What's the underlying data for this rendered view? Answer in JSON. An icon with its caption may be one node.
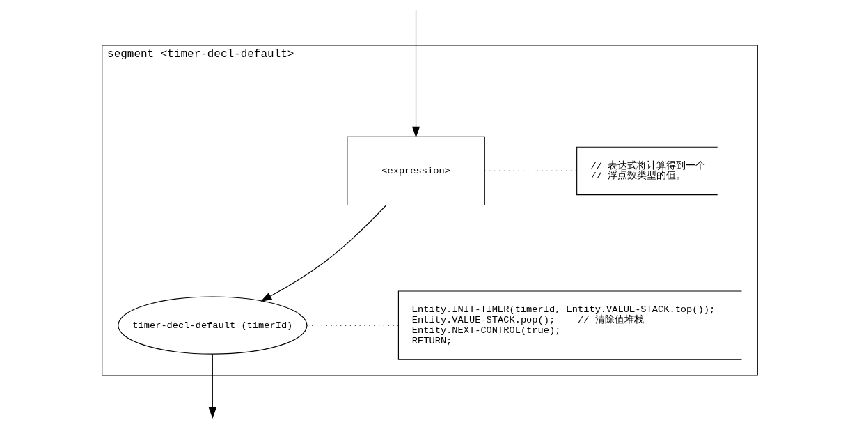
{
  "diagram": {
    "nodes": [
      {
        "text": [
          "segment <timer-decl-default>"
        ]
      },
      {
        "text": [
          "<expression>"
        ],
        "in": 0
      },
      {
        "text": [
          "// 表达式将计算得到一个",
          "// 浮点数类型的值。"
        ],
        "in": 0
      },
      {
        "text": [
          "timer-decl-default (timerId)"
        ],
        "in": 0
      },
      {
        "text": [
          "Entity.INIT-TIMER(timerId, Entity.VALUE-STACK.top());",
          "Entity.VALUE-STACK.pop();    // 清除值堆栈",
          "Entity.NEXT-CONTROL(true);",
          "RETURN;"
        ],
        "in": 0
      }
    ],
    "edges": [
      {
        "from": null,
        "to": 1,
        "arrow": "to"
      },
      {
        "from": 1,
        "to": 2,
        "arrow": "none",
        "style": "dashed"
      },
      {
        "from": 1,
        "to": 3,
        "arrow": "to"
      },
      {
        "from": 3,
        "to": 4,
        "arrow": "none",
        "style": "dashed"
      },
      {
        "from": 3,
        "to": null,
        "arrow": "to"
      }
    ]
  }
}
